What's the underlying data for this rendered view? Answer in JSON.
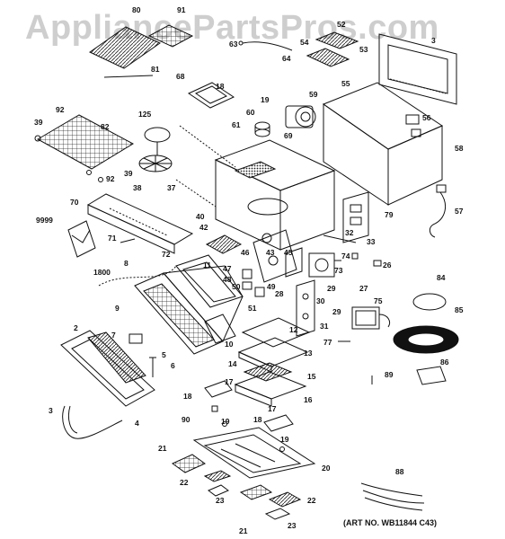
{
  "watermark": "AppliancePartsPros.com",
  "art_number": "(ART NO. WB11844 C43)",
  "callouts": {
    "c80": "80",
    "c91": "91",
    "c81": "81",
    "c92a": "92",
    "c39a": "39",
    "c82": "82",
    "c39b": "39",
    "c92b": "92",
    "c125": "125",
    "c38": "38",
    "c37": "37",
    "c68": "68",
    "c18a": "18",
    "c19a": "19",
    "c63": "63",
    "c64": "64",
    "c52": "52",
    "c54": "54",
    "c53": "53",
    "c3a": "3",
    "c55": "55",
    "c59": "59",
    "c60": "60",
    "c61": "61",
    "c69": "69",
    "c56": "56",
    "c58": "58",
    "c70": "70",
    "c40": "40",
    "c42": "42",
    "c79": "79",
    "c57": "57",
    "c9999": "9999",
    "c71": "71",
    "c72": "72",
    "c32": "32",
    "c33": "33",
    "c74": "74",
    "c46": "46",
    "c43": "43",
    "c45": "45",
    "c47": "47",
    "c48": "48",
    "c26": "26",
    "c8": "8",
    "c1800": "1800",
    "c11": "11",
    "c50": "50",
    "c49": "49",
    "c28": "28",
    "c29a": "29",
    "c27": "27",
    "c73": "73",
    "c84": "84",
    "c9": "9",
    "c51": "51",
    "c30": "30",
    "c75": "75",
    "c29b": "29",
    "c85": "85",
    "c2": "2",
    "c12": "12",
    "c31": "31",
    "c7": "7",
    "c10": "10",
    "c77": "77",
    "c13": "13",
    "c6": "6",
    "c5": "5",
    "c14": "14",
    "c15": "15",
    "c86": "86",
    "c89": "89",
    "c16": "16",
    "c17a": "17",
    "c3b": "3",
    "c18b": "18",
    "c4": "4",
    "c90": "90",
    "c19b": "19",
    "c17b": "17",
    "c18c": "18",
    "c19c": "19",
    "c21a": "21",
    "c20": "20",
    "c22a": "22",
    "c88": "88",
    "c23a": "23",
    "c22b": "22",
    "c21b": "21",
    "c23b": "23"
  }
}
